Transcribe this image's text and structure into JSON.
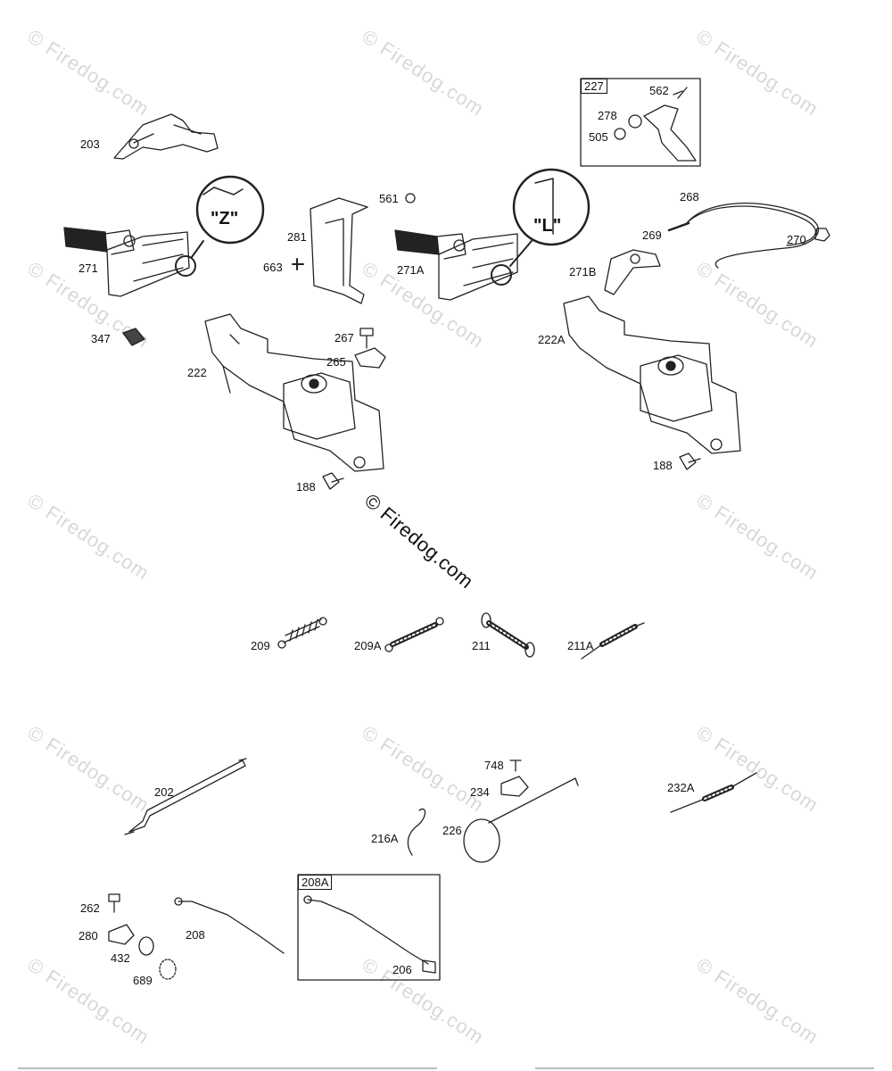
{
  "watermark": {
    "text": "© Firedog.com"
  },
  "center_watermark": {
    "text": "© Firedog.com"
  },
  "callouts": {
    "z": "\"Z\"",
    "l": "\"L\""
  },
  "boxes": {
    "b227": "227",
    "b208a": "208A"
  },
  "labels": {
    "p203": "203",
    "p271": "271",
    "p347": "347",
    "p281": "281",
    "p663": "663",
    "p561": "561",
    "p267": "267",
    "p265": "265",
    "p222": "222",
    "p188a": "188",
    "p271a": "271A",
    "p562": "562",
    "p278": "278",
    "p505": "505",
    "p268": "268",
    "p269": "269",
    "p270": "270",
    "p271b": "271B",
    "p222a": "222A",
    "p188b": "188",
    "p209": "209",
    "p209a": "209A",
    "p211": "211",
    "p211a": "211A",
    "p202": "202",
    "p748": "748",
    "p234": "234",
    "p216a": "216A",
    "p226": "226",
    "p232a": "232A",
    "p262": "262",
    "p280": "280",
    "p432": "432",
    "p689": "689",
    "p208": "208",
    "p206": "206"
  }
}
